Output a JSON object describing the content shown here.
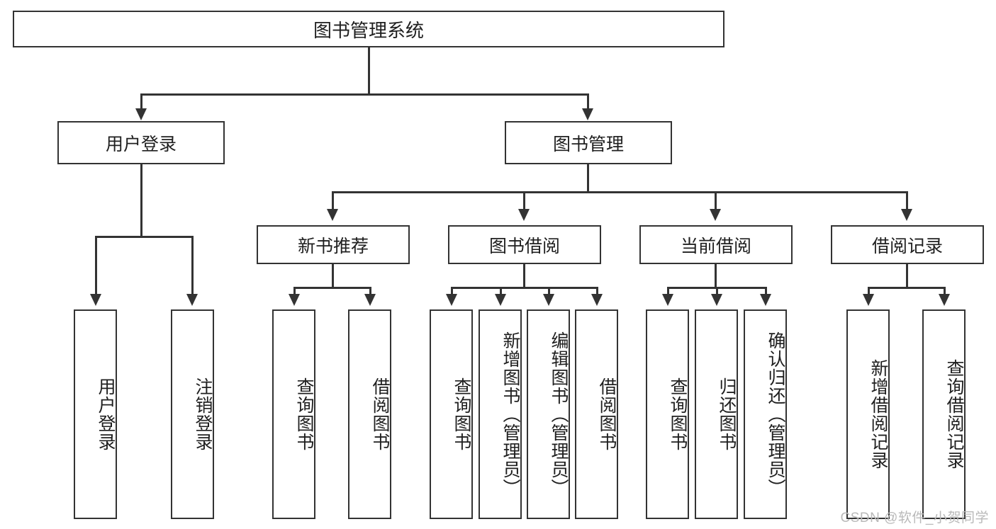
{
  "diagram": {
    "title": "图书管理系统",
    "type": "tree-hierarchy-chart",
    "root": {
      "label": "图书管理系统"
    },
    "level2": [
      {
        "label": "用户登录"
      },
      {
        "label": "图书管理"
      }
    ],
    "level3": [
      {
        "label": "新书推荐"
      },
      {
        "label": "图书借阅"
      },
      {
        "label": "当前借阅"
      },
      {
        "label": "借阅记录"
      }
    ],
    "leaves": {
      "user_login": [
        {
          "label": "用户登录"
        },
        {
          "label": "注销登录"
        }
      ],
      "new_book_recommend": [
        {
          "label": "查询图书"
        },
        {
          "label": "借阅图书"
        }
      ],
      "book_borrow": [
        {
          "label": "查询图书"
        },
        {
          "label": "新增图书（管理员）"
        },
        {
          "label": "编辑图书（管理员）"
        },
        {
          "label": "借阅图书"
        }
      ],
      "current_borrow": [
        {
          "label": "查询图书"
        },
        {
          "label": "归还图书"
        },
        {
          "label": "确认归还（管理员）"
        }
      ],
      "borrow_records": [
        {
          "label": "新增借阅记录"
        },
        {
          "label": "查询借阅记录"
        }
      ]
    }
  },
  "watermark": {
    "text": "CSDN @软件_小贺同学"
  },
  "colors": {
    "stroke": "#333333",
    "background": "#ffffff",
    "text": "#1f1f1f",
    "watermark": "#b9b9b9"
  }
}
